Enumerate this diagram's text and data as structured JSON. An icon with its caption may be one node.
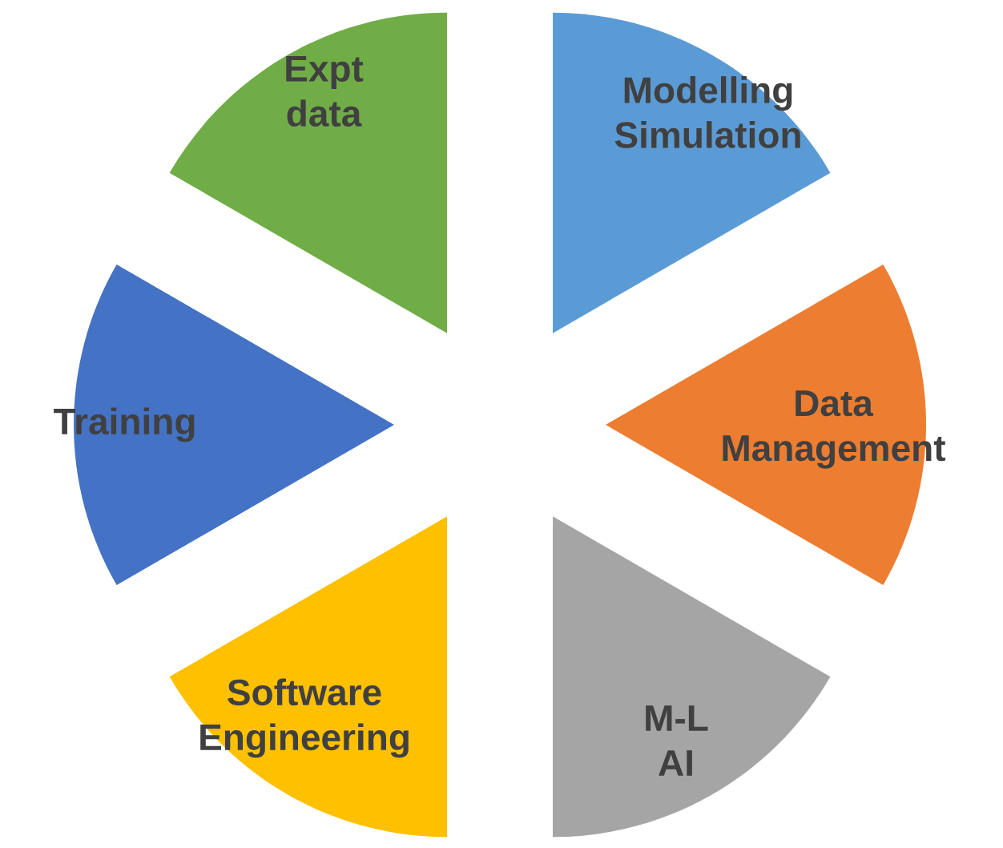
{
  "diagram": {
    "nodes": [
      {
        "text": [
          "Expt data"
        ]
      },
      {
        "text": [
          "Modelling Simulation"
        ]
      },
      {
        "text": [
          "Training"
        ]
      },
      {
        "text": [
          "Data Management"
        ]
      },
      {
        "text": [
          "Software Engineering"
        ]
      },
      {
        "text": [
          "M-L AI"
        ]
      }
    ]
  }
}
